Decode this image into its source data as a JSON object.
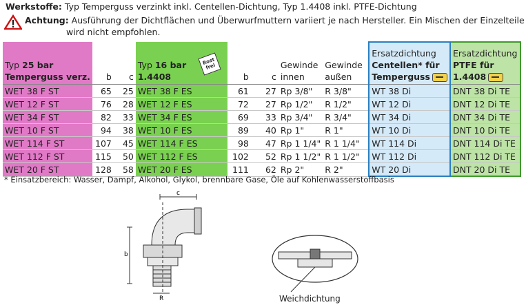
{
  "materials": {
    "label": "Werkstoffe:",
    "text": " Typ Temperguss verzinkt inkl. Centellen-Dichtung, Typ 1.4408 inkl. PTFE-Dichtung"
  },
  "warning": {
    "label": "Achtung:",
    "text": " Ausführung der Dichtflächen und Überwurfmuttern variiert je nach Hersteller. Ein Mischen der Einzelteile",
    "text2": "wird nicht empfohlen."
  },
  "table": {
    "col1_head_a": "Typ ",
    "col1_head_b": "25 bar",
    "col1_head_c": "Temperguss verz.",
    "col_b": "b",
    "col_c": "c",
    "col2_head_a": "Typ ",
    "col2_head_b": "16 bar",
    "col2_head_c": "1.4408",
    "stamp": "Rost frei",
    "col_thread_in": [
      "Gewinde",
      "innen"
    ],
    "col_thread_out": [
      "Gewinde",
      "außen"
    ],
    "col_seal1": [
      "Ersatzdichtung",
      "Centellen* für",
      "Temperguss"
    ],
    "col_seal2": [
      "Ersatzdichtung",
      "PTFE für",
      "1.4408"
    ],
    "rows": [
      {
        "t1": "WET 38 F ST",
        "b1": "65",
        "c1": "25",
        "t2": "WET 38 F ES",
        "b2": "61",
        "c2": "27",
        "gi": "Rp 3/8\"",
        "ga": "R 3/8\"",
        "d1": "WT 38 Di",
        "d2": "DNT 38 Di TE"
      },
      {
        "t1": "WET 12 F ST",
        "b1": "76",
        "c1": "28",
        "t2": "WET 12 F ES",
        "b2": "72",
        "c2": "27",
        "gi": "Rp 1/2\"",
        "ga": "R 1/2\"",
        "d1": "WT 12 Di",
        "d2": "DNT 12 Di TE"
      },
      {
        "t1": "WET 34 F ST",
        "b1": "82",
        "c1": "33",
        "t2": "WET 34 F ES",
        "b2": "69",
        "c2": "33",
        "gi": "Rp 3/4\"",
        "ga": "R 3/4\"",
        "d1": "WT 34 Di",
        "d2": "DNT 34 Di TE"
      },
      {
        "t1": "WET 10 F ST",
        "b1": "94",
        "c1": "38",
        "t2": "WET 10 F ES",
        "b2": "89",
        "c2": "40",
        "gi": "Rp 1\"",
        "ga": "R 1\"",
        "d1": "WT 10 Di",
        "d2": "DNT 10 Di TE"
      },
      {
        "t1": "WET 114 F ST",
        "b1": "107",
        "c1": "45",
        "t2": "WET 114 F ES",
        "b2": "98",
        "c2": "47",
        "gi": "Rp 1 1/4\"",
        "ga": "R 1 1/4\"",
        "d1": "WT 114 Di",
        "d2": "DNT 114 Di TE"
      },
      {
        "t1": "WET 112 F ST",
        "b1": "115",
        "c1": "50",
        "t2": "WET 112 F ES",
        "b2": "102",
        "c2": "52",
        "gi": "Rp 1 1/2\"",
        "ga": "R 1 1/2\"",
        "d1": "WT 112 Di",
        "d2": "DNT 112 Di TE"
      },
      {
        "t1": "WET 20 F ST",
        "b1": "128",
        "c1": "58",
        "t2": "WET 20 F ES",
        "b2": "111",
        "c2": "62",
        "gi": "Rp 2\"",
        "ga": "R 2\"",
        "d1": "WT 20 Di",
        "d2": "DNT 20 Di TE"
      }
    ]
  },
  "footnote": "* Einsatzbereich: Wasser, Dampf, Alkohol, Glykol, brennbare Gase, Öle auf Kohlenwasserstoffbasis",
  "drawing": {
    "dim_c": "c",
    "dim_b": "b",
    "dim_r": "R",
    "caption": "Weichdichtung"
  },
  "colors": {
    "pink": "#e07ac6",
    "green": "#7ad050",
    "light_blue": "#d5eaf8",
    "light_green": "#bde3a6",
    "warning_red": "#cc1010"
  }
}
